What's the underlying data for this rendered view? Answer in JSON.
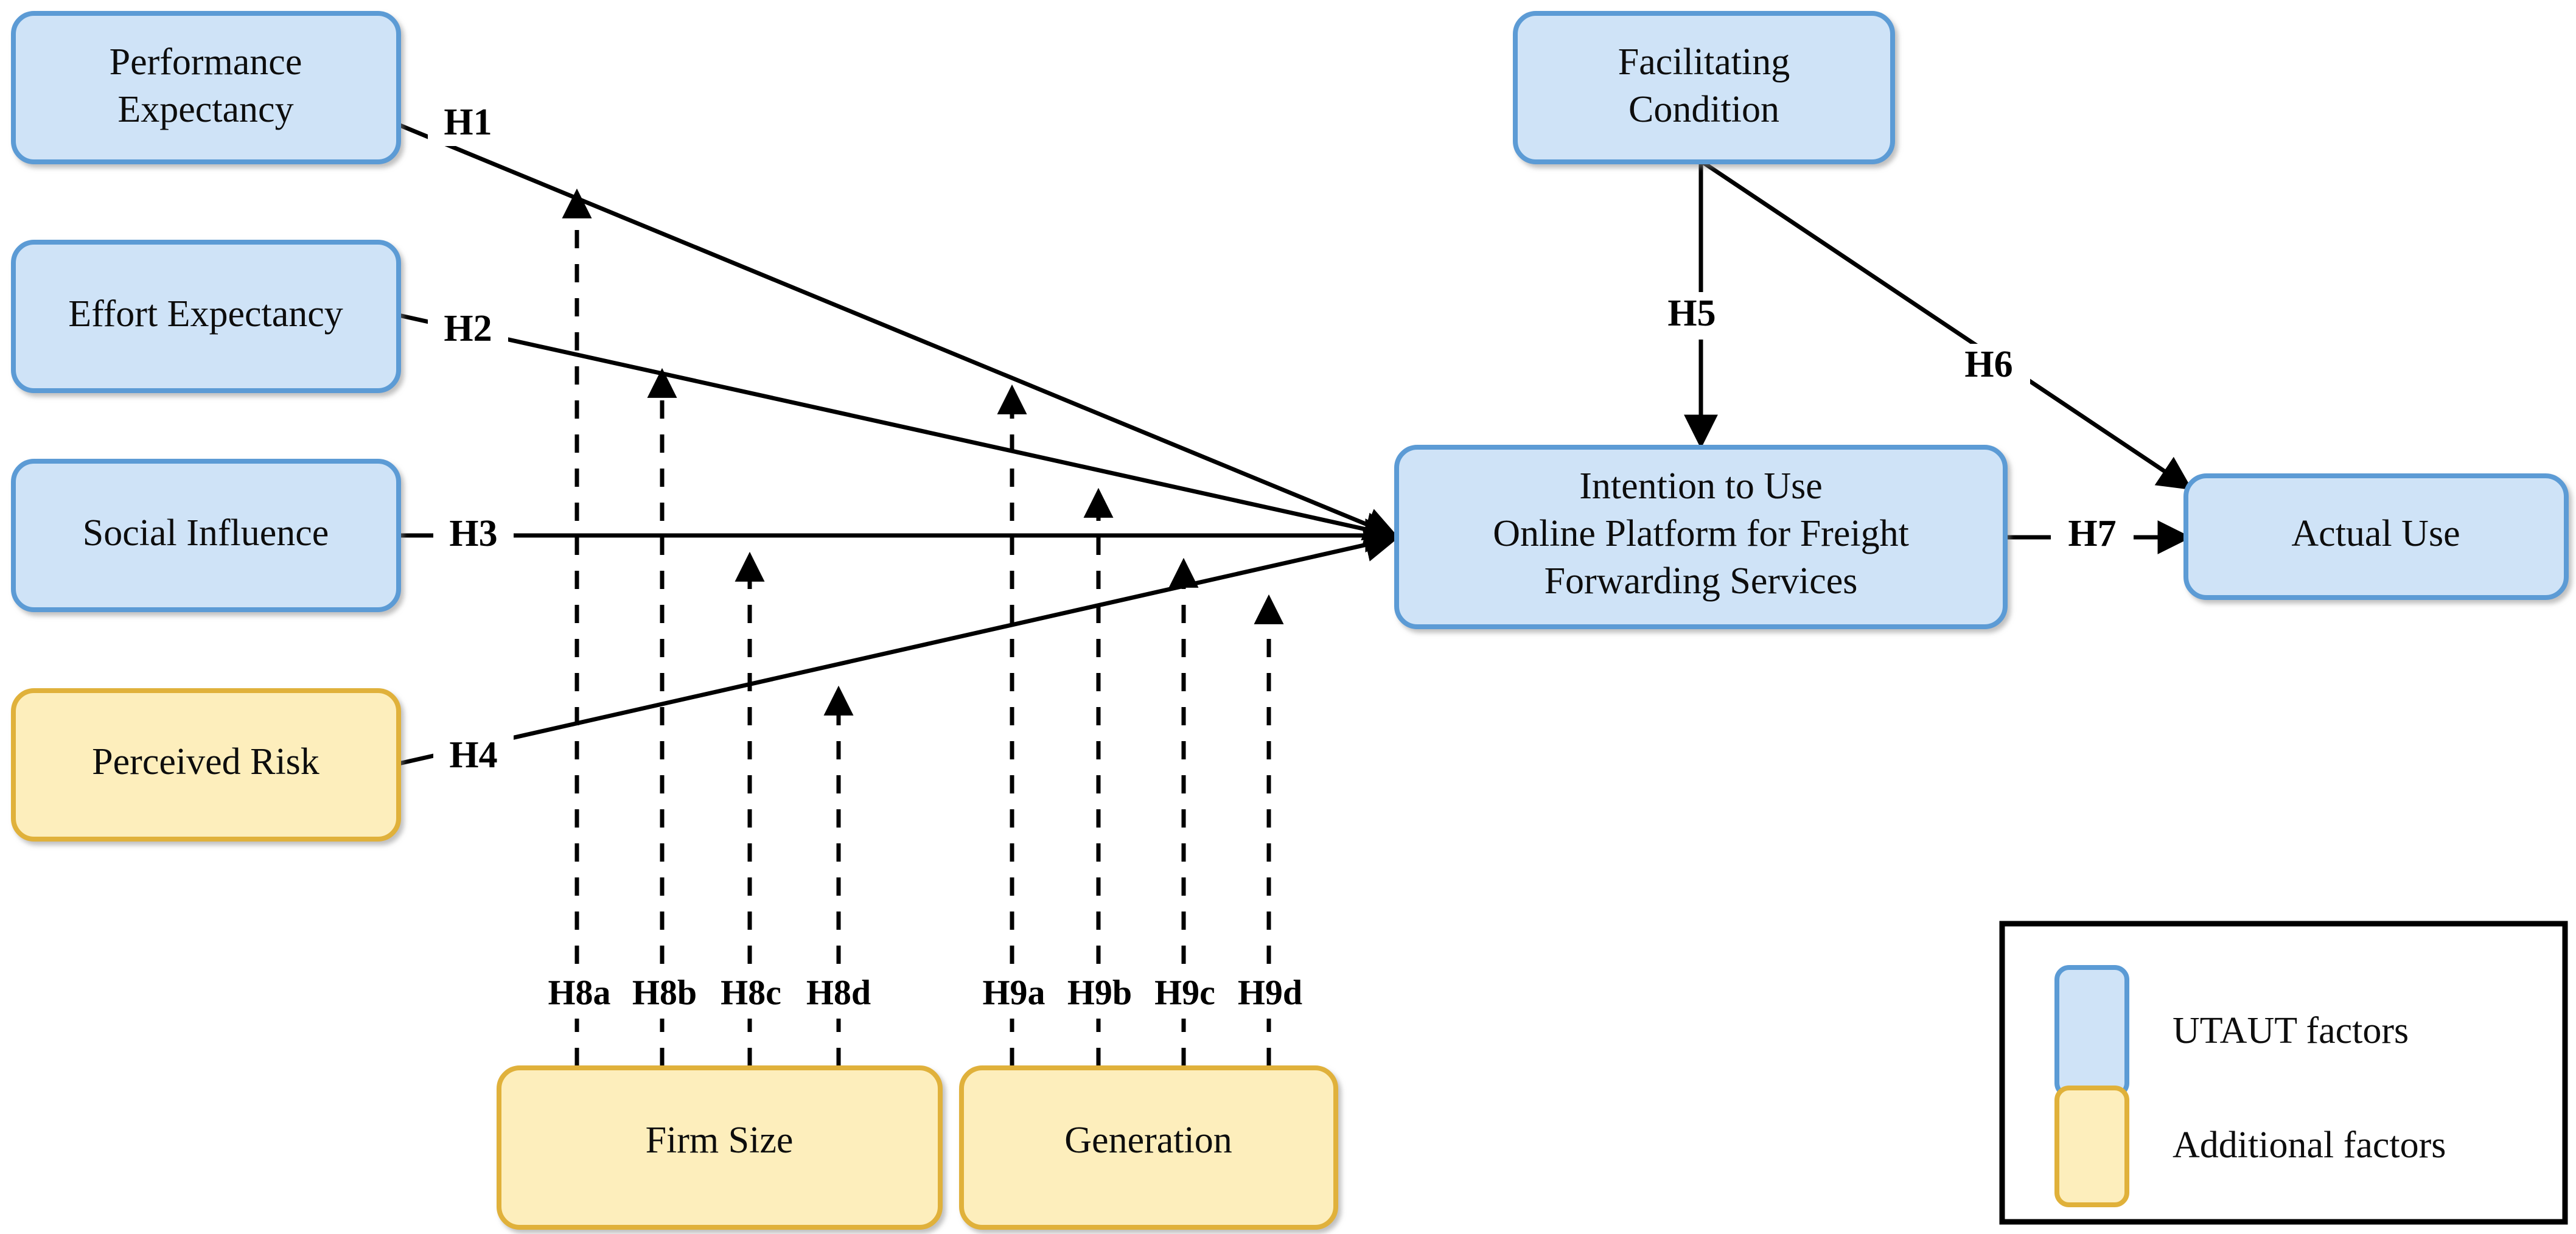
{
  "diagram": {
    "title": "UTAUT research model for online freight forwarding platform adoption",
    "colors": {
      "utaut_fill": "#cfe3f7",
      "utaut_stroke": "#5b9bd5",
      "additional_fill": "#fdeebc",
      "additional_stroke": "#e0b13a",
      "edge": "#000000",
      "text": "#0d0d0d"
    }
  },
  "nodes": {
    "performance_expectancy": {
      "line1": "Performance",
      "line2": "Expectancy",
      "type": "utaut"
    },
    "effort_expectancy": {
      "line1": "Effort Expectancy",
      "type": "utaut"
    },
    "social_influence": {
      "line1": "Social Influence",
      "type": "utaut"
    },
    "perceived_risk": {
      "line1": "Perceived Risk",
      "type": "additional"
    },
    "facilitating_condition": {
      "line1": "Facilitating",
      "line2": "Condition",
      "type": "utaut"
    },
    "intention_to_use": {
      "line1": "Intention to Use",
      "line2": "Online Platform for Freight",
      "line3": "Forwarding Services",
      "type": "utaut"
    },
    "actual_use": {
      "line1": "Actual Use",
      "type": "utaut"
    },
    "firm_size": {
      "line1": "Firm Size",
      "type": "additional"
    },
    "generation": {
      "line1": "Generation",
      "type": "additional"
    }
  },
  "hypotheses": {
    "h1": "H1",
    "h2": "H2",
    "h3": "H3",
    "h4": "H4",
    "h5": "H5",
    "h6": "H6",
    "h7": "H7"
  },
  "moderators": {
    "firm_size_labels": [
      "H8a",
      "H8b",
      "H8c",
      "H8d"
    ],
    "generation_labels": [
      "H9a",
      "H9b",
      "H9c",
      "H9d"
    ]
  },
  "legend": {
    "items": [
      {
        "label": "UTAUT factors",
        "swatch": "utaut"
      },
      {
        "label": "Additional factors",
        "swatch": "additional"
      }
    ]
  }
}
